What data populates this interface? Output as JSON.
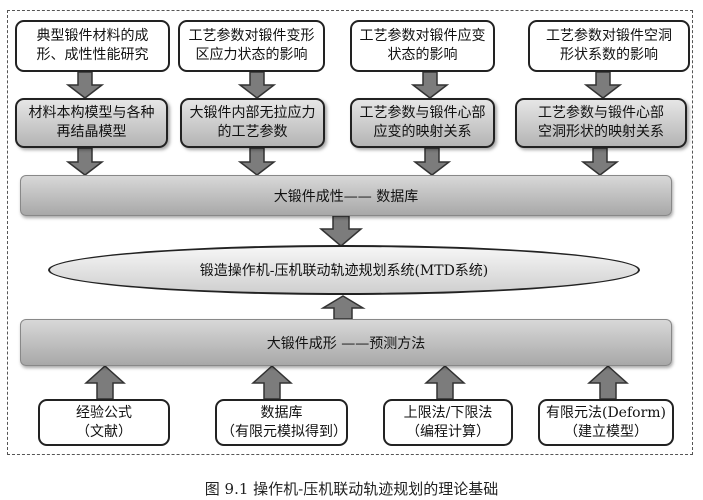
{
  "top_row": [
    "典型锻件材料的成\n形、成性性能研究",
    "工艺参数对锻件变形\n区应力状态的影响",
    "工艺参数对锻件应变\n状态的影响",
    "工艺参数对锻件空洞\n形状系数的影响"
  ],
  "second_row": [
    "材料本构模型与各种\n再结晶模型",
    "大锻件内部无拉应力\n的工艺参数",
    "工艺参数与锻件心部\n应变的映射关系",
    "工艺参数与锻件心部\n空洞形状的映射关系"
  ],
  "database_band": "大锻件成性—— 数据库",
  "system_ellipse": "锻造操作机-压机联动轨迹规划系统(MTD系统)",
  "prediction_band": "大锻件成形 ——预测方法",
  "bottom_row": [
    "经验公式\n（文献）",
    "数据库\n（有限元模拟得到）",
    "上限法/下限法\n（编程计算）",
    "有限元法(Deform)\n（建立模型）"
  ],
  "caption": "图 9.1   操作机-压机联动轨迹规划的理论基础"
}
